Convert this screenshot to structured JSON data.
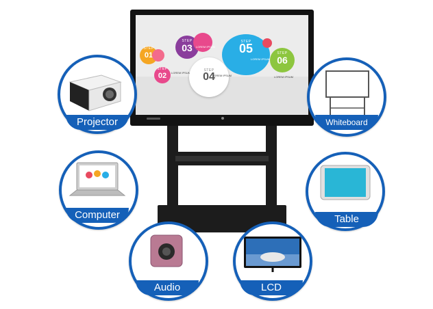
{
  "labels": {
    "projector": "Projector",
    "whiteboard": "Whiteboard",
    "computer": "Computer",
    "table": "Table",
    "audio": "Audio",
    "lcd": "LCD"
  },
  "screen": {
    "steps": [
      {
        "label": "STEP",
        "number": "01",
        "color": "#e8498c"
      },
      {
        "label": "STEP",
        "number": "02",
        "color": "#e8498c"
      },
      {
        "label": "STEP",
        "number": "03",
        "color": "#8a3d9c"
      },
      {
        "label": "STEP",
        "number": "04",
        "color": "#ffffff"
      },
      {
        "label": "STEP",
        "number": "05",
        "color": "#29aee6"
      },
      {
        "label": "STEP",
        "number": "06",
        "color": "#8dc63f"
      }
    ],
    "caption": "LOREM IPSUM"
  },
  "colors": {
    "accent": "#1560b8",
    "stand": "#1c1c1c"
  }
}
